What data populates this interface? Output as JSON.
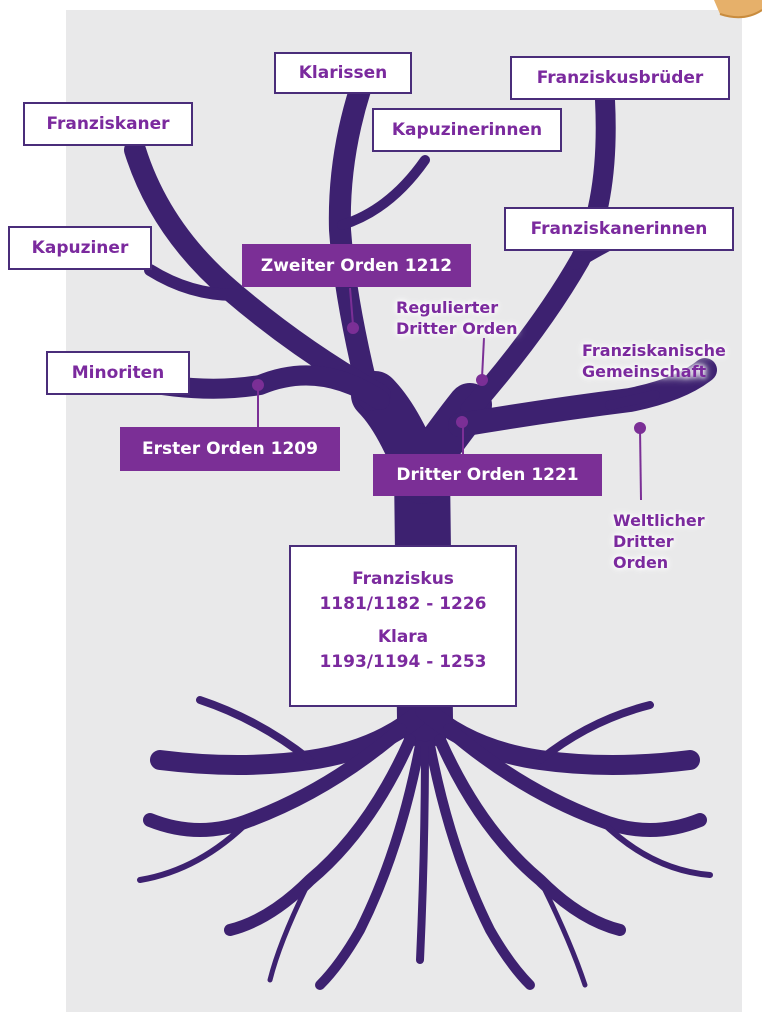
{
  "colors": {
    "trunk": "#3d2170",
    "accent": "#7b2f96",
    "text": "#7b2a9e",
    "panel": "#e9e9ea"
  },
  "orders": {
    "first": "Erster Orden 1209",
    "second": "Zweiter Orden 1212",
    "third": "Dritter Orden 1221"
  },
  "branches": {
    "franziskaner": "Franziskaner",
    "kapuziner": "Kapuziner",
    "minoriten": "Minoriten",
    "klarissen": "Klarissen",
    "kapuzinerinnen": "Kapuzinerinnen",
    "franziskusbrueder": "Franziskusbrüder",
    "franziskanerinnen": "Franziskanerinnen",
    "regulierter": [
      "Regulierter",
      "Dritter Orden"
    ],
    "gemeinschaft": [
      "Franziskanische",
      "Gemeinschaft"
    ],
    "weltlicher": [
      "Weltlicher",
      "Dritter",
      "Orden"
    ]
  },
  "founders": {
    "franziskus_name": "Franziskus",
    "franziskus_years": "1181/1182 - 1226",
    "klara_name": "Klara",
    "klara_years": "1193/1194 - 1253"
  }
}
